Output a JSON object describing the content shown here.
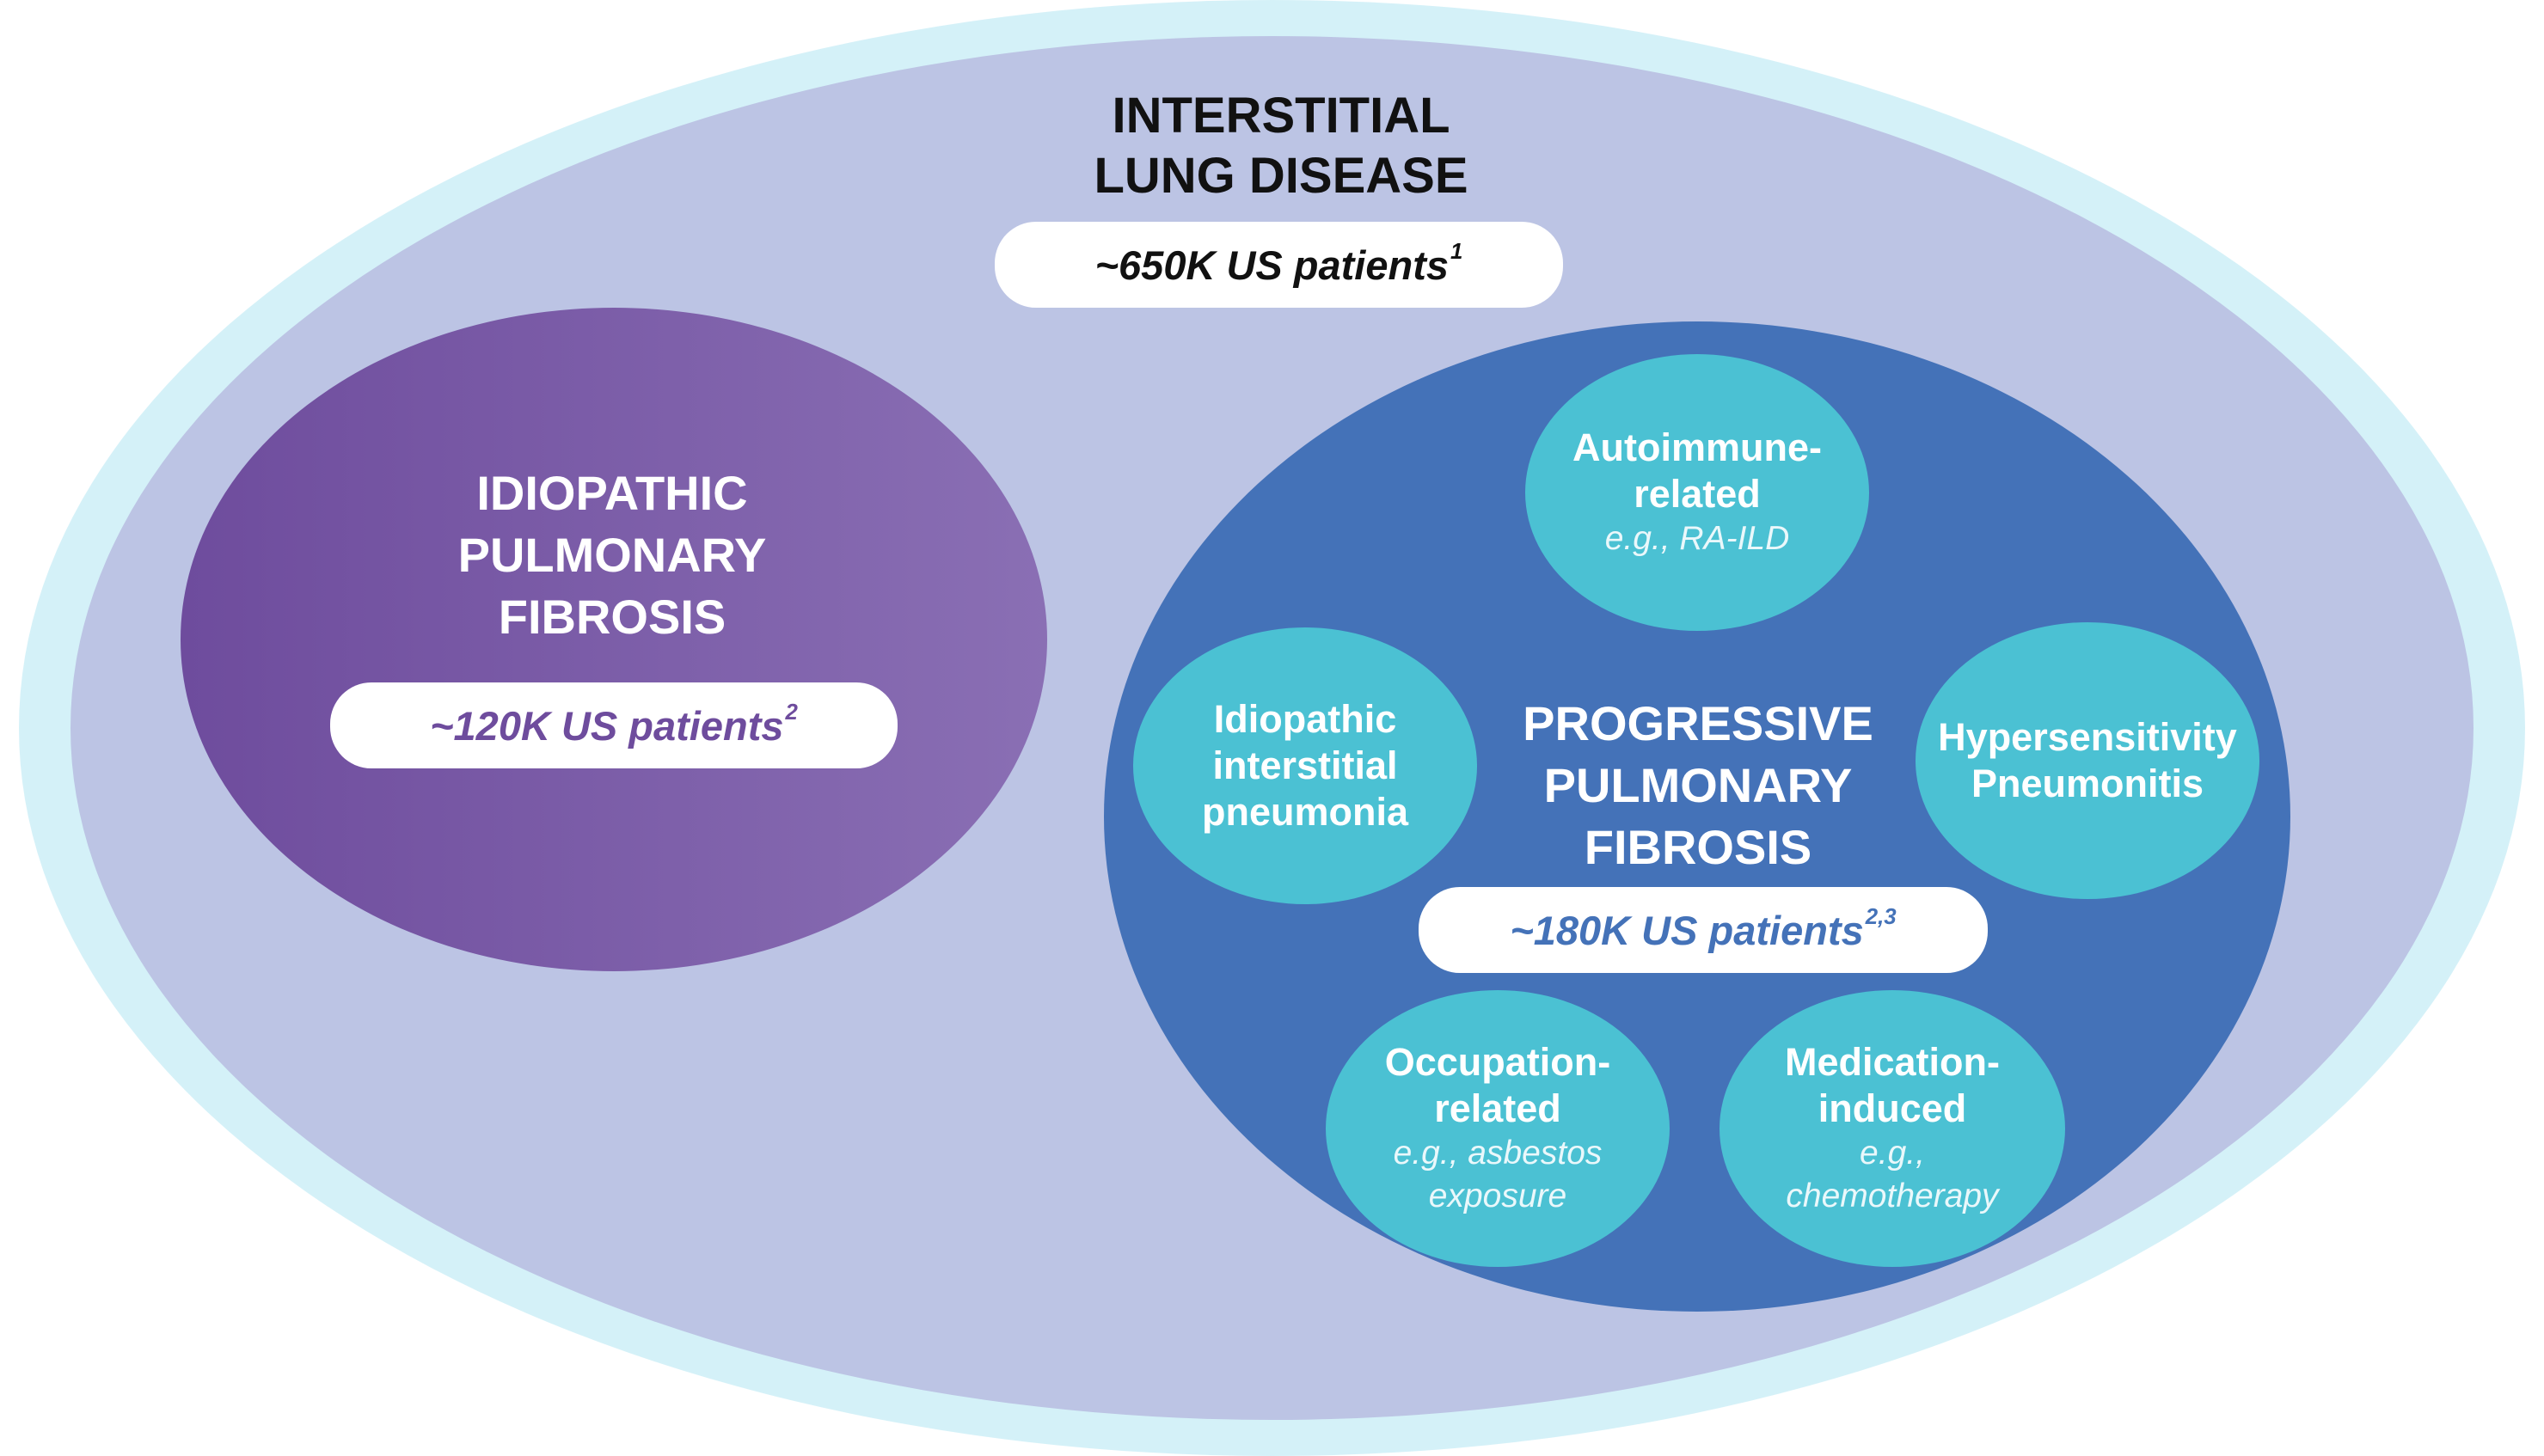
{
  "colors": {
    "outer_glow": "#cdeff7",
    "ild": "#bcc4e4",
    "ipf_dark": "#6e4c9d",
    "ipf_light": "#8a6fb4",
    "ppf": "#4472b8",
    "subtype": "#4bc1d3",
    "pill": "#ffffff",
    "ipf_text": "#6e4c9d",
    "ppf_text": "#4472b8"
  },
  "ild": {
    "title_line1": "INTERSTITIAL",
    "title_line2": "LUNG DISEASE",
    "patients": "~650K US patients",
    "ref": "1"
  },
  "ipf": {
    "title_line1": "IDIOPATHIC",
    "title_line2": "PULMONARY",
    "title_line3": "FIBROSIS",
    "patients": "~120K US patients",
    "ref": "2"
  },
  "ppf": {
    "title_line1": "PROGRESSIVE",
    "title_line2": "PULMONARY",
    "title_line3": "FIBROSIS",
    "patients": "~180K US patients",
    "ref": "2,3"
  },
  "subtypes": {
    "autoimmune": {
      "line1": "Autoimmune-",
      "line2": "related",
      "example": "e.g., RA-ILD"
    },
    "iip": {
      "line1": "Idiopathic",
      "line2": "interstitial",
      "line3": "pneumonia"
    },
    "hp": {
      "line1": "Hypersensitivity",
      "line2": "Pneumonitis"
    },
    "occupation": {
      "line1": "Occupation-",
      "line2": "related",
      "example1": "e.g., asbestos",
      "example2": "exposure"
    },
    "medication": {
      "line1": "Medication-",
      "line2": "induced",
      "example1": "e.g.,",
      "example2": "chemotherapy"
    }
  }
}
